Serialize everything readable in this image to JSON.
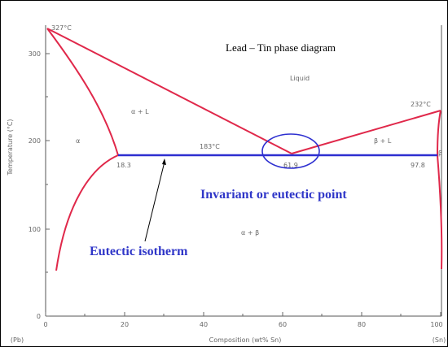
{
  "diagram": {
    "title": "Lead – Tin phase diagram",
    "y_axis_label": "Temperature (°C)",
    "x_axis_label": "Composition (wt% Sn)",
    "x_left_label": "(Pb)",
    "x_right_label": "(Sn)",
    "y_ticks": [
      "0",
      "100",
      "200",
      "300"
    ],
    "x_ticks": [
      "0",
      "20",
      "40",
      "60",
      "80",
      "100"
    ],
    "temp_left": "327°C",
    "temp_right": "232°C",
    "temp_eutectic": "183°C",
    "comp_alpha": "18.3",
    "comp_eutectic": "61.9",
    "comp_beta": "97.8",
    "region_liquid": "Liquid",
    "region_alpha": "α",
    "region_alpha_liquid": "α + L",
    "region_beta_liquid": "β + L",
    "region_alpha_beta": "α + β",
    "region_beta": "β",
    "callout_point": "Invariant or eutectic point",
    "callout_isotherm": "Eutectic isotherm"
  },
  "colors": {
    "phase_boundary": "#e0284a",
    "isotherm": "#2d2fd0",
    "callout_text": "#2f36c8"
  }
}
